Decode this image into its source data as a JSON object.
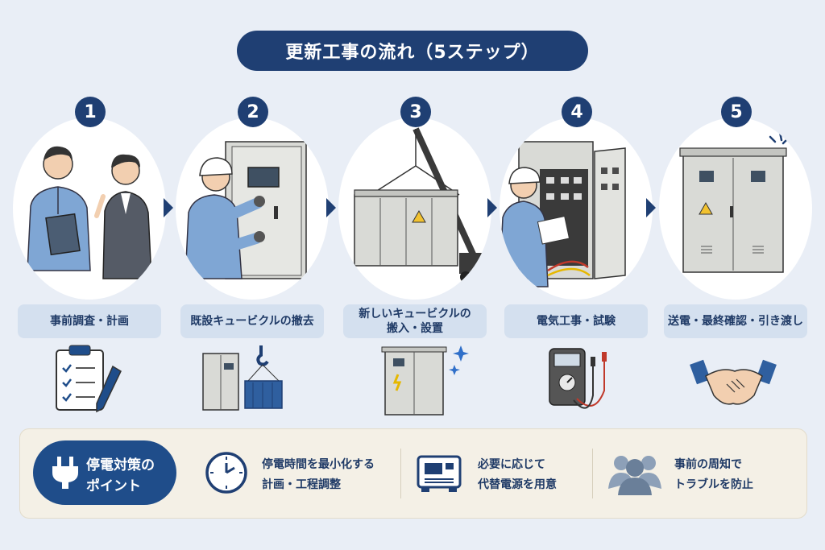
{
  "title": "更新工事の流れ（5ステップ）",
  "steps": [
    {
      "number": "1",
      "label": "事前調査・計画"
    },
    {
      "number": "2",
      "label": "既設キュービクルの撤去"
    },
    {
      "number": "3",
      "label": "新しいキュービクルの\n搬入・設置"
    },
    {
      "number": "4",
      "label": "電気工事・試験"
    },
    {
      "number": "5",
      "label": "送電・最終確認・引き渡し"
    }
  ],
  "points": {
    "heading_line1": "停電対策の",
    "heading_line2": "ポイント",
    "tips": [
      {
        "line1": "停電時間を最小化する",
        "line2": "計画・工程調整",
        "icon": "clock-icon"
      },
      {
        "line1": "必要に応じて",
        "line2": "代替電源を用意",
        "icon": "generator-icon"
      },
      {
        "line1": "事前の周知で",
        "line2": "トラブルを防止",
        "icon": "people-icon"
      }
    ]
  },
  "colors": {
    "navy": "#1f3f73",
    "label_bg": "#d4e0ef",
    "background": "#e9eef6",
    "panel_bg": "#f4f0e6"
  }
}
